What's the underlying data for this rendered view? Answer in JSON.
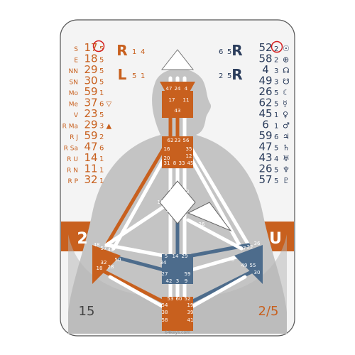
{
  "title": "Mara Musterfrau",
  "colors": {
    "design": "#c8601e",
    "personality": "#2b3d5c",
    "split": "#4d6c8c",
    "body_grey": "#c4c4c4",
    "card_bg": "#f4f4f4",
    "band": "#c8601e"
  },
  "design_column": [
    {
      "symbol": "S",
      "gate": "17",
      "line": "5"
    },
    {
      "symbol": "E",
      "gate": "18",
      "line": "5"
    },
    {
      "symbol": "NN",
      "gate": "29",
      "line": "5"
    },
    {
      "symbol": "SN",
      "gate": "30",
      "line": "5"
    },
    {
      "symbol": "Mo",
      "gate": "59",
      "line": "1"
    },
    {
      "symbol": "Me",
      "gate": "37",
      "line": "6 ▽"
    },
    {
      "symbol": "V",
      "gate": "23",
      "line": "5"
    },
    {
      "symbol": "R Ma",
      "gate": "29",
      "line": "3 ▲"
    },
    {
      "symbol": "R J",
      "gate": "59",
      "line": "2"
    },
    {
      "symbol": "R Sa",
      "gate": "47",
      "line": "6"
    },
    {
      "symbol": "R U",
      "gate": "14",
      "line": "1"
    },
    {
      "symbol": "R N",
      "gate": "11",
      "line": "1"
    },
    {
      "symbol": "R P",
      "gate": "32",
      "line": "1"
    }
  ],
  "personality_column": [
    {
      "gate": "52",
      "line": "2",
      "symbol": "☉"
    },
    {
      "gate": "58",
      "line": "2",
      "symbol": "⊕"
    },
    {
      "gate": "4",
      "line": "3",
      "symbol": "☊"
    },
    {
      "gate": "49",
      "line": "3",
      "symbol": "☋"
    },
    {
      "gate": "26",
      "line": "5",
      "symbol": "☾"
    },
    {
      "gate": "62",
      "line": "5",
      "symbol": "☿"
    },
    {
      "gate": "45",
      "line": "1",
      "symbol": "♀"
    },
    {
      "gate": "6",
      "line": "1",
      "symbol": "♂"
    },
    {
      "gate": "59",
      "line": "6",
      "symbol": "♃"
    },
    {
      "gate": "47",
      "line": "5",
      "symbol": "♄"
    },
    {
      "gate": "43",
      "line": "4",
      "symbol": "♅"
    },
    {
      "gate": "26",
      "line": "5",
      "symbol": "♆"
    },
    {
      "gate": "57",
      "line": "5",
      "symbol": "♇"
    }
  ],
  "variables": {
    "design_top": {
      "letter": "R",
      "color": "1",
      "tone": "4"
    },
    "design_bottom": {
      "letter": "L",
      "color": "5",
      "tone": "1"
    },
    "personality_top": {
      "letter": "R",
      "color": "6",
      "tone": "5"
    },
    "personality_bottom": {
      "letter": "R",
      "color": "2",
      "tone": "5"
    }
  },
  "band_left": "2",
  "band_right": "U",
  "bottom_left": "15",
  "bottom_right": "2/5",
  "footer": "64keys.com"
}
